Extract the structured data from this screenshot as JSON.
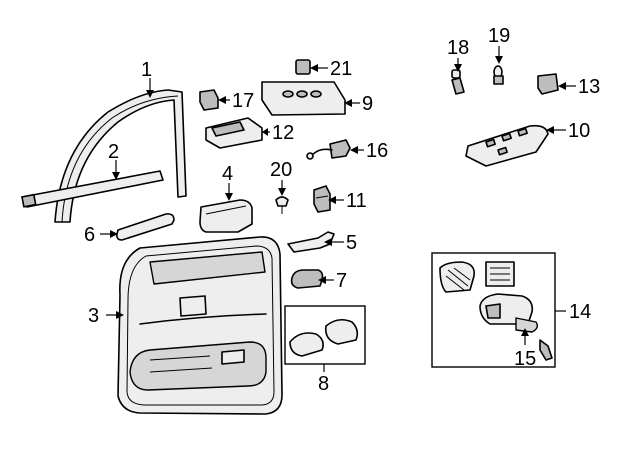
{
  "callouts": {
    "c1": "1",
    "c2": "2",
    "c3": "3",
    "c4": "4",
    "c5": "5",
    "c6": "6",
    "c7": "7",
    "c8": "8",
    "c9": "9",
    "c10": "10",
    "c11": "11",
    "c12": "12",
    "c13": "13",
    "c14": "14",
    "c15": "15",
    "c16": "16",
    "c17": "17",
    "c18": "18",
    "c19": "19",
    "c20": "20",
    "c21": "21"
  },
  "colors": {
    "line": "#000000",
    "part_fill": "#eeeeee",
    "part_shade": "#bdbdbd",
    "background": "#ffffff"
  }
}
